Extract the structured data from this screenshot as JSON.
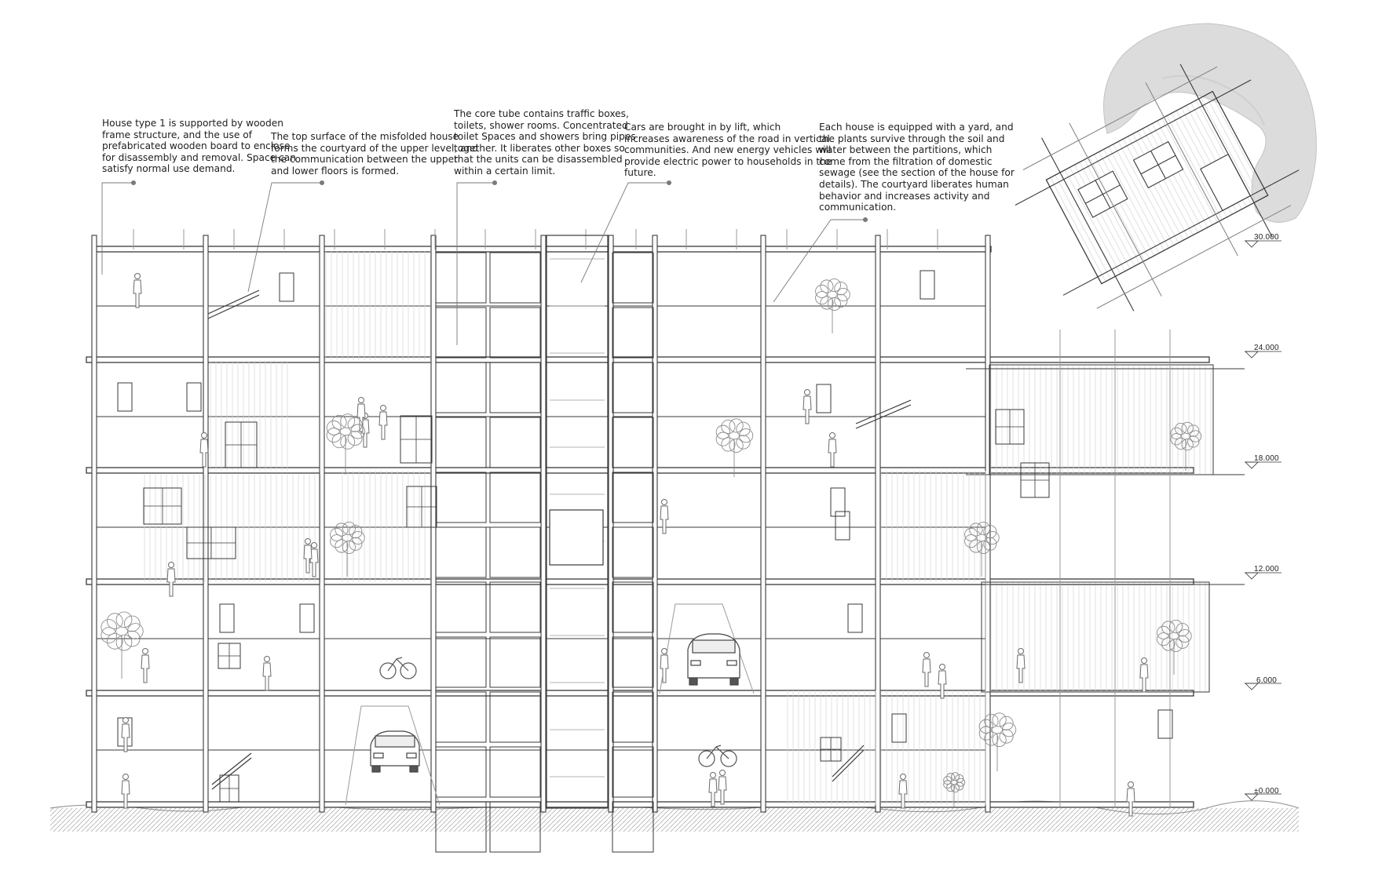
{
  "annotations": [
    "House type 1 is supported by wooden\nframe structure, and the use of\nprefabricated wooden board to enclose\nfor disassembly and removal. Space can\nsatisfy normal use demand.",
    "The top surface of the misfolded house\nforms the courtyard of the upper level, and\nthe communication between the upper\nand lower floors is formed.",
    "The core tube contains traffic boxes,\ntoilets, shower rooms. Concentrated\ntoilet Spaces and showers bring pipes\ntogether. It liberates other boxes so\nthat the units can be disassembled\nwithin a certain limit.",
    "Cars are brought in by lift, which\nincreases awareness of the road in vertical\ncommunities. And new energy vehicles will\nprovide electric power to households in the\nfuture.",
    "Each house is equipped with a yard, and\nthe plants survive through the soil and\nwater between the partitions, which\ncome from the filtration of domestic\nsewage (see the section of the house for\ndetails). The courtyard liberates human\nbehavior and increases activity and\ncommunication."
  ],
  "levels": [
    "30.000",
    "24.000",
    "18.000",
    "12.000",
    "6.000",
    "±0.000"
  ],
  "colors": {
    "line": "#3a3a3a",
    "light": "#9a9a9a",
    "ground": "#bdbdbd"
  }
}
